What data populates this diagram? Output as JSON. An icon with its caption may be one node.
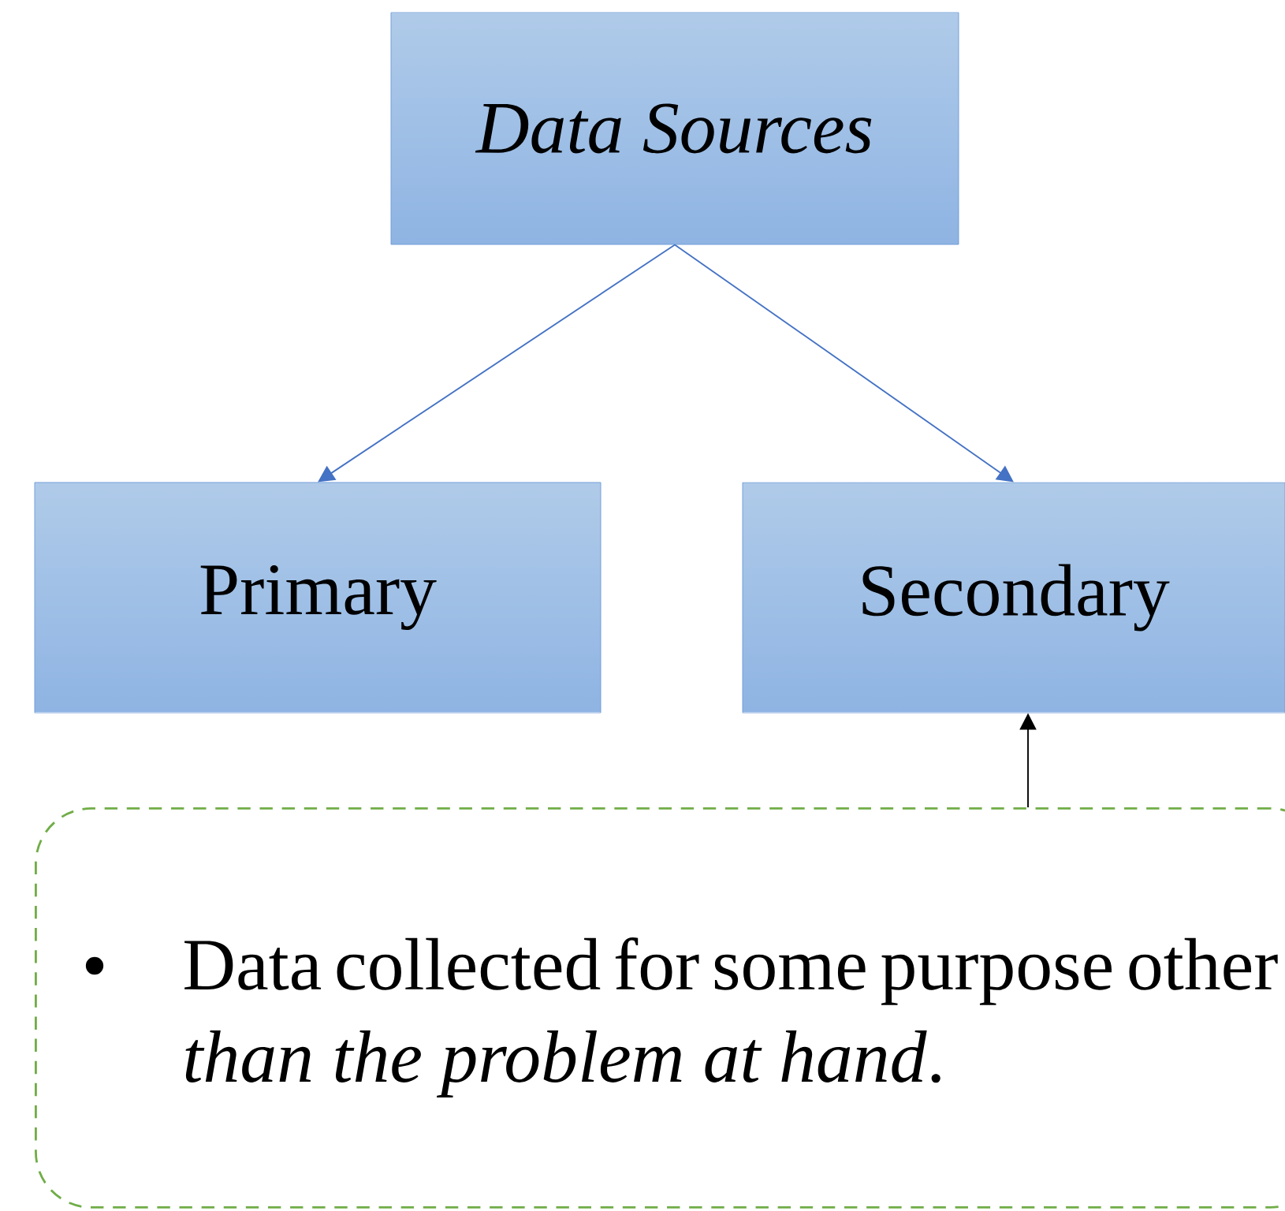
{
  "diagram": {
    "nodes": [
      {
        "text": [
          "Data Sources"
        ]
      },
      {
        "text": [
          "Primary"
        ]
      },
      {
        "text": [
          "Secondary"
        ]
      },
      {
        "text": [
          "Data collected for some purpose other *than the problem at hand*."
        ]
      }
    ],
    "edges": [
      {
        "from": 0,
        "to": 1,
        "arrow": "to"
      },
      {
        "from": 0,
        "to": 2,
        "arrow": "to"
      },
      {
        "from": 3,
        "to": 2,
        "arrow": "to",
        "color": "#000000"
      }
    ],
    "labels": [
      "•"
    ]
  }
}
